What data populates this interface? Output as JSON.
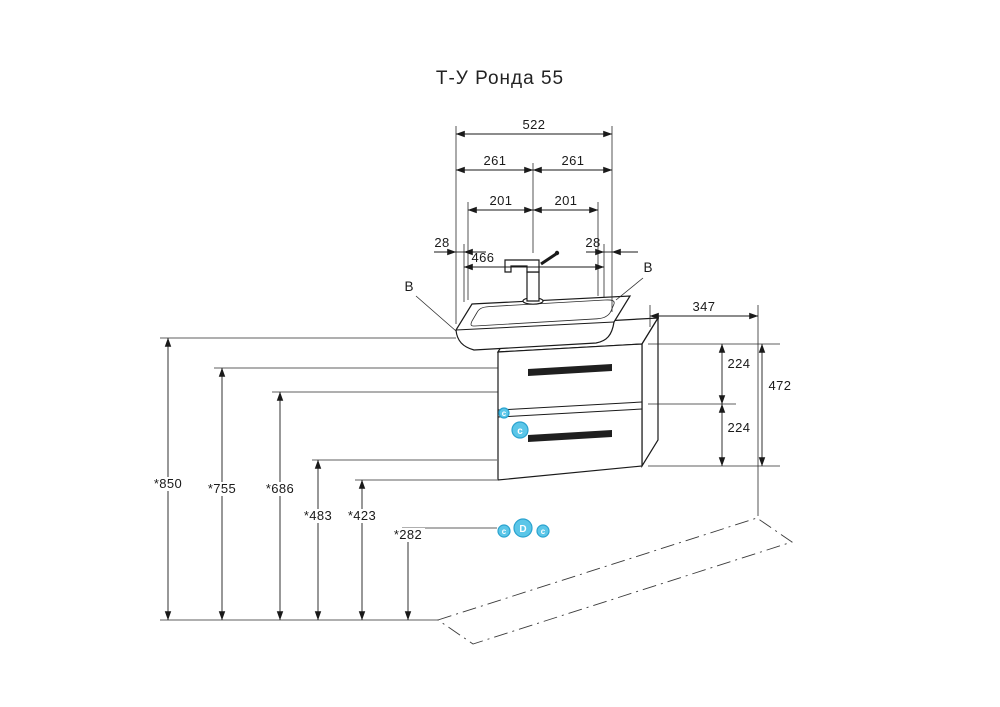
{
  "title": "Т-У Ронда 55",
  "dimensions": {
    "width_top": "522",
    "width_half_left": "261",
    "width_half_right": "261",
    "holes_left": "201",
    "holes_right": "201",
    "edge_left": "28",
    "basin_width": "466",
    "edge_right": "28",
    "depth": "347",
    "drawer_top_height": "224",
    "cabinet_height": "472",
    "drawer_bottom_height": "224",
    "floor_to_rim": "*850",
    "floor_to_cabinet_top": "*755",
    "floor_to_686": "*686",
    "floor_to_483": "*483",
    "floor_to_423": "*423",
    "floor_to_cabinet_bottom": "*282"
  },
  "callouts": {
    "sink_left": "B",
    "sink_right": "B",
    "cabinet_small": "c",
    "cabinet_large": "c",
    "floor_left": "c",
    "floor_center": "D",
    "floor_right": "c"
  },
  "colors": {
    "line": "#1a1a1a",
    "marker_fill": "#5bc6e8",
    "marker_stroke": "#2ba3cf",
    "marker_text": "#ffffff"
  }
}
